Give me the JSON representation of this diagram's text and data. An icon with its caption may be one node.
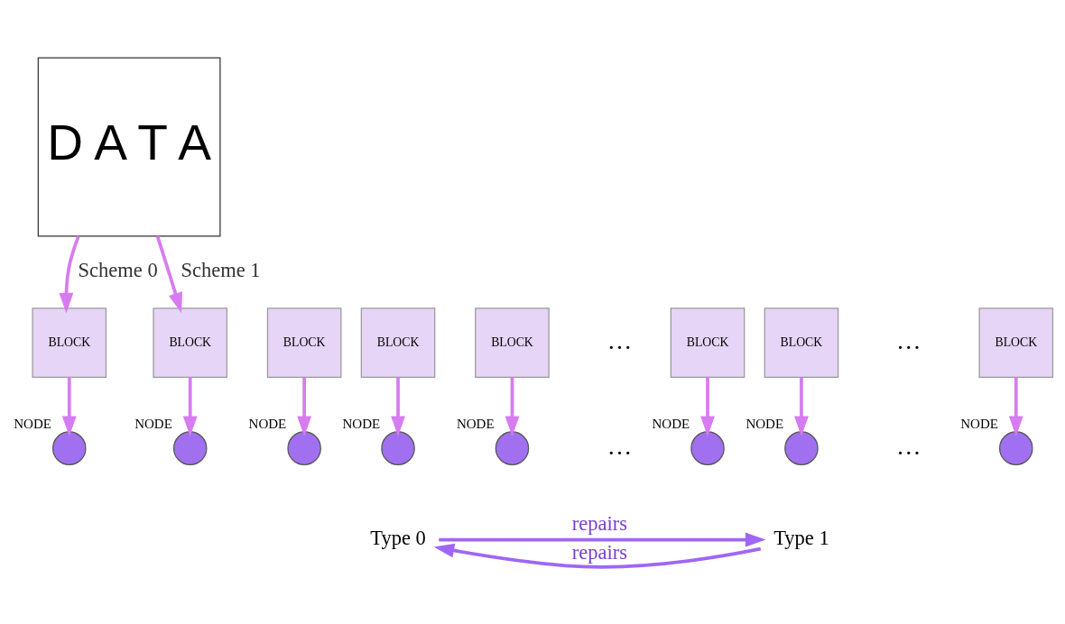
{
  "diagram": {
    "nodes": [
      {
        "text": [
          "D A T A"
        ]
      },
      {
        "text": [
          "BLOCK"
        ]
      },
      {
        "text": [
          "BLOCK"
        ]
      },
      {
        "text": [
          "BLOCK"
        ]
      },
      {
        "text": [
          "BLOCK"
        ]
      },
      {
        "text": [
          "BLOCK"
        ]
      },
      {
        "text": [
          "BLOCK"
        ]
      },
      {
        "text": [
          "BLOCK"
        ]
      },
      {
        "text": [
          "BLOCK"
        ]
      },
      {
        "text": [
          "NODE"
        ]
      },
      {
        "text": [
          "NODE"
        ]
      },
      {
        "text": [
          "NODE"
        ]
      },
      {
        "text": [
          "NODE"
        ]
      },
      {
        "text": [
          "NODE"
        ]
      },
      {
        "text": [
          "NODE"
        ]
      },
      {
        "text": [
          "NODE"
        ]
      },
      {
        "text": [
          "NODE"
        ]
      },
      {
        "text": [
          "Type 0"
        ]
      },
      {
        "text": [
          "Type 1"
        ]
      }
    ],
    "edges": [
      {
        "from": 0,
        "to": 4,
        "arrow": "to",
        "label": "Scheme 0"
      },
      {
        "from": 0,
        "to": 5,
        "arrow": "to",
        "label": "Scheme 1"
      },
      {
        "from": 1,
        "to": 9,
        "arrow": "to"
      },
      {
        "from": 2,
        "to": 10,
        "arrow": "to"
      },
      {
        "from": 3,
        "to": 11,
        "arrow": "to"
      },
      {
        "from": 4,
        "to": 12,
        "arrow": "to"
      },
      {
        "from": 5,
        "to": 13,
        "arrow": "to"
      },
      {
        "from": 6,
        "to": 14,
        "arrow": "to"
      },
      {
        "from": 7,
        "to": 15,
        "arrow": "to"
      },
      {
        "from": 8,
        "to": 16,
        "arrow": "to"
      },
      {
        "from": 17,
        "to": 18,
        "arrow": "to",
        "label": "repairs",
        "color": "#a066f5"
      },
      {
        "from": 18,
        "to": 17,
        "arrow": "to",
        "label": "repairs",
        "color": "#a066f5"
      }
    ],
    "labels": [
      "…",
      "…",
      "…",
      "…"
    ]
  }
}
